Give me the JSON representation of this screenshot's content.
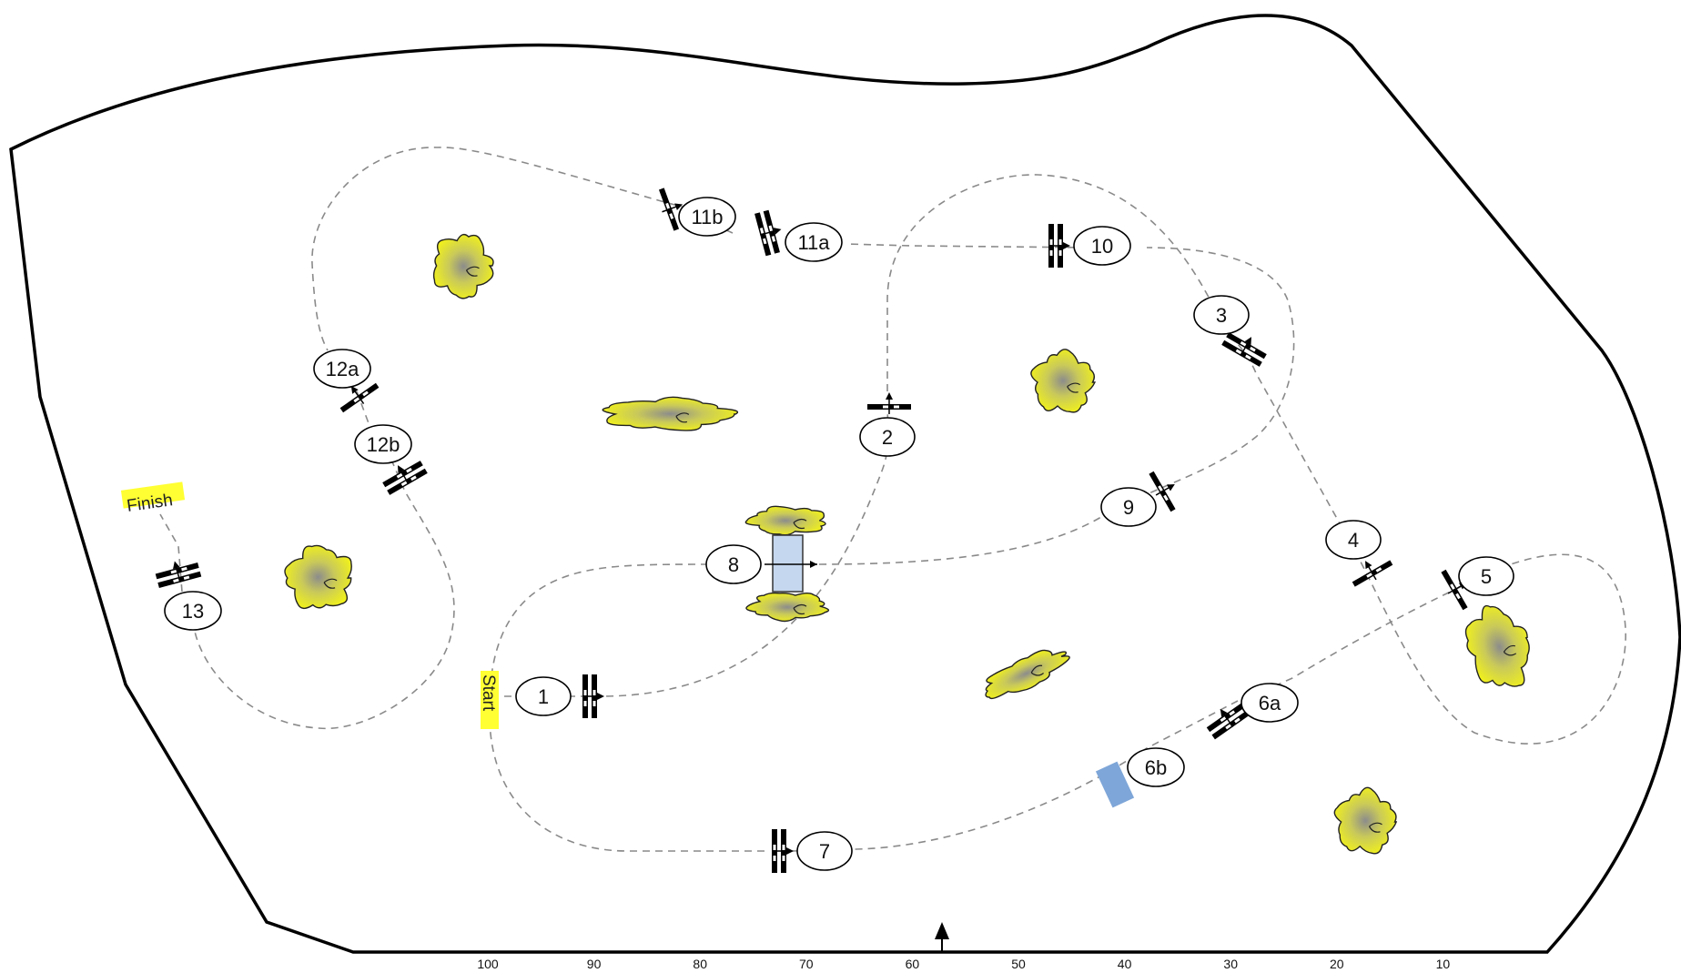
{
  "course": {
    "start_label": "Start",
    "finish_label": "Finish",
    "obstacles": [
      "1",
      "2",
      "3",
      "4",
      "5",
      "6a",
      "6b",
      "7",
      "8",
      "9",
      "10",
      "11a",
      "11b",
      "12a",
      "12b",
      "13"
    ]
  },
  "scale": {
    "ticks": [
      "100",
      "90",
      "80",
      "70",
      "60",
      "50",
      "40",
      "30",
      "20",
      "10"
    ]
  },
  "colors": {
    "outline": "#000000",
    "path": "#8a8a8a",
    "shrub_fill": "#f2f21a",
    "shrub_core": "#8c8c8c",
    "water": "#7ea6d8",
    "wall": "#c5d7ee",
    "label_highlight": "#ffff33"
  }
}
